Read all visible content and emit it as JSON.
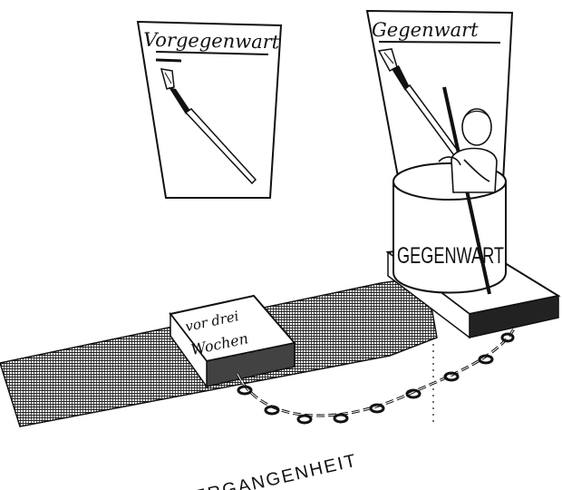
{
  "left_card": {
    "title": "Vorgegenwart",
    "icon": "fountain-pen-icon"
  },
  "right_card": {
    "title": "Gegenwart",
    "icon": "fountain-pen-icon"
  },
  "cylinder": {
    "label": "GEGENWART"
  },
  "block": {
    "line1": "vor drei",
    "line2": "Wochen"
  },
  "band": {
    "label": "VERGANGENHEIT"
  },
  "figure": {
    "icon": "child-with-pole-icon"
  },
  "chain": {
    "icon": "chain-icon"
  },
  "colors": {
    "ink": "#111111",
    "paper": "#ffffff"
  }
}
